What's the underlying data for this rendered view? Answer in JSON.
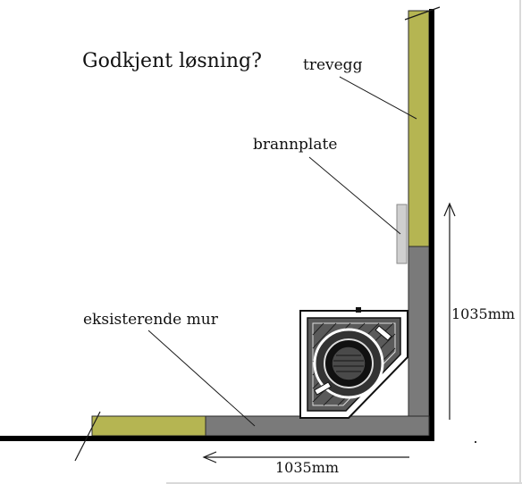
{
  "title": "Godkjent løsning?",
  "labels": {
    "wood_wall": "trevegg",
    "fire_plate": "brannplate",
    "existing_wall": "eksisterende mur"
  },
  "dimensions": {
    "vertical": "1035mm",
    "horizontal": "1035mm"
  },
  "colors": {
    "wood": "#b5b552",
    "masonry": "#7a7a7a",
    "outline": "#000000",
    "fire_plate": "#cfcfcf",
    "line": "#1a1a1a"
  }
}
